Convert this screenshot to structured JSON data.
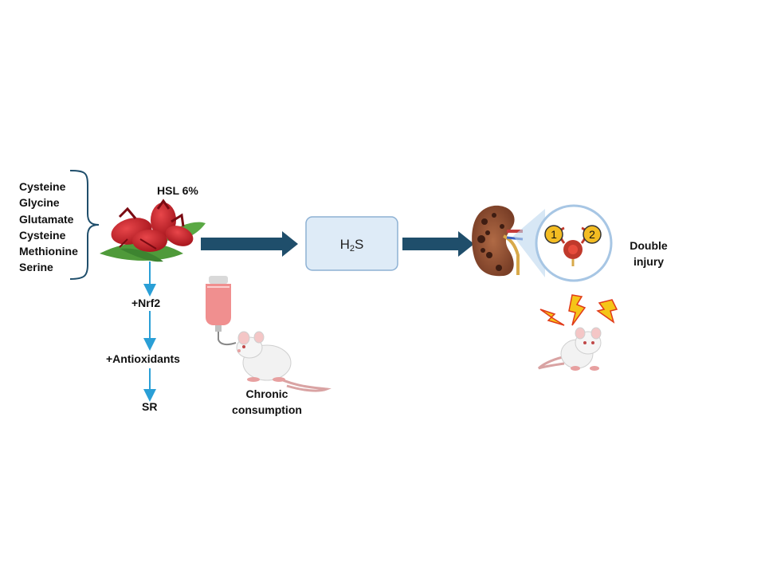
{
  "amino_acids": [
    "Cysteine",
    "Glycine",
    "Glutamate",
    "Cysteine",
    "Methionine",
    "Serine"
  ],
  "hsl_label": "HSL 6%",
  "pathway": [
    "+Nrf2",
    "+Antioxidants",
    "SR"
  ],
  "h2s": {
    "prefix": "H",
    "subscript": "2",
    "suffix": "S"
  },
  "consumption_label_line1": "Chronic",
  "consumption_label_line2": "consumption",
  "injury_label_line1": "Double",
  "injury_label_line2": "injury",
  "markers": [
    "1",
    "2"
  ],
  "colors": {
    "arrow": "#1f4e6b",
    "pathway_arrow": "#2a9fd6",
    "h2s_box_fill": "#deebf7",
    "h2s_box_stroke": "#8db1d4",
    "marker_fill": "#f3bc22",
    "lightning": "#f5c518"
  }
}
